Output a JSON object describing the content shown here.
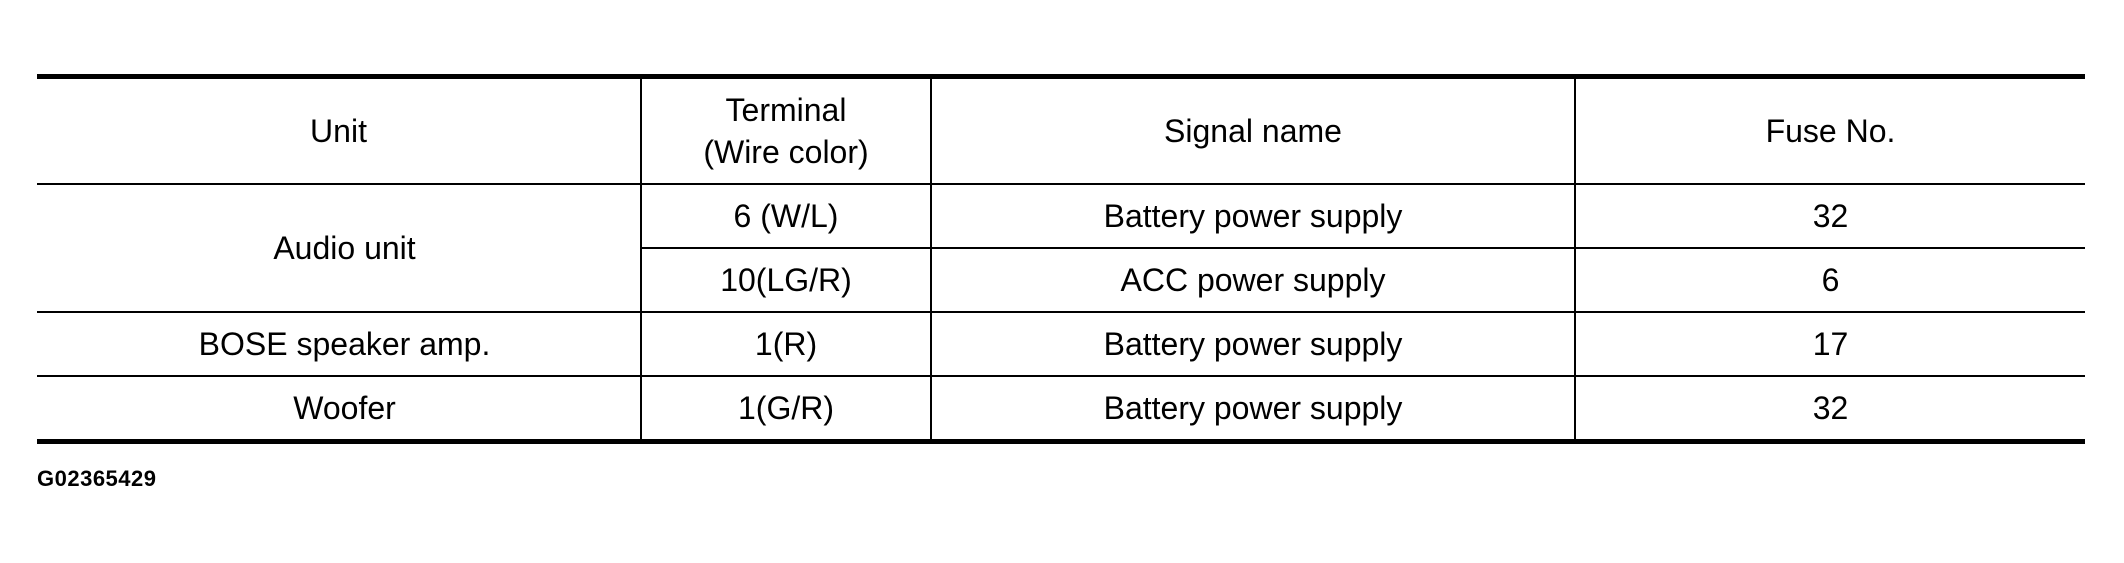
{
  "table": {
    "headers": {
      "unit": "Unit",
      "terminal_line1": "Terminal",
      "terminal_line2": "(Wire color)",
      "signal": "Signal name",
      "fuse": "Fuse No."
    },
    "rows": [
      {
        "unit": "Audio unit",
        "terminal": "6 (W/L)",
        "signal": "Battery power supply",
        "fuse": "32"
      },
      {
        "unit": "",
        "terminal": "10(LG/R)",
        "signal": "ACC power supply",
        "fuse": "6"
      },
      {
        "unit": "BOSE speaker amp.",
        "terminal": "1(R)",
        "signal": "Battery power supply",
        "fuse": "17"
      },
      {
        "unit": "Woofer",
        "terminal": "1(G/R)",
        "signal": "Battery power supply",
        "fuse": "32"
      }
    ]
  },
  "figure_code": "G02365429"
}
